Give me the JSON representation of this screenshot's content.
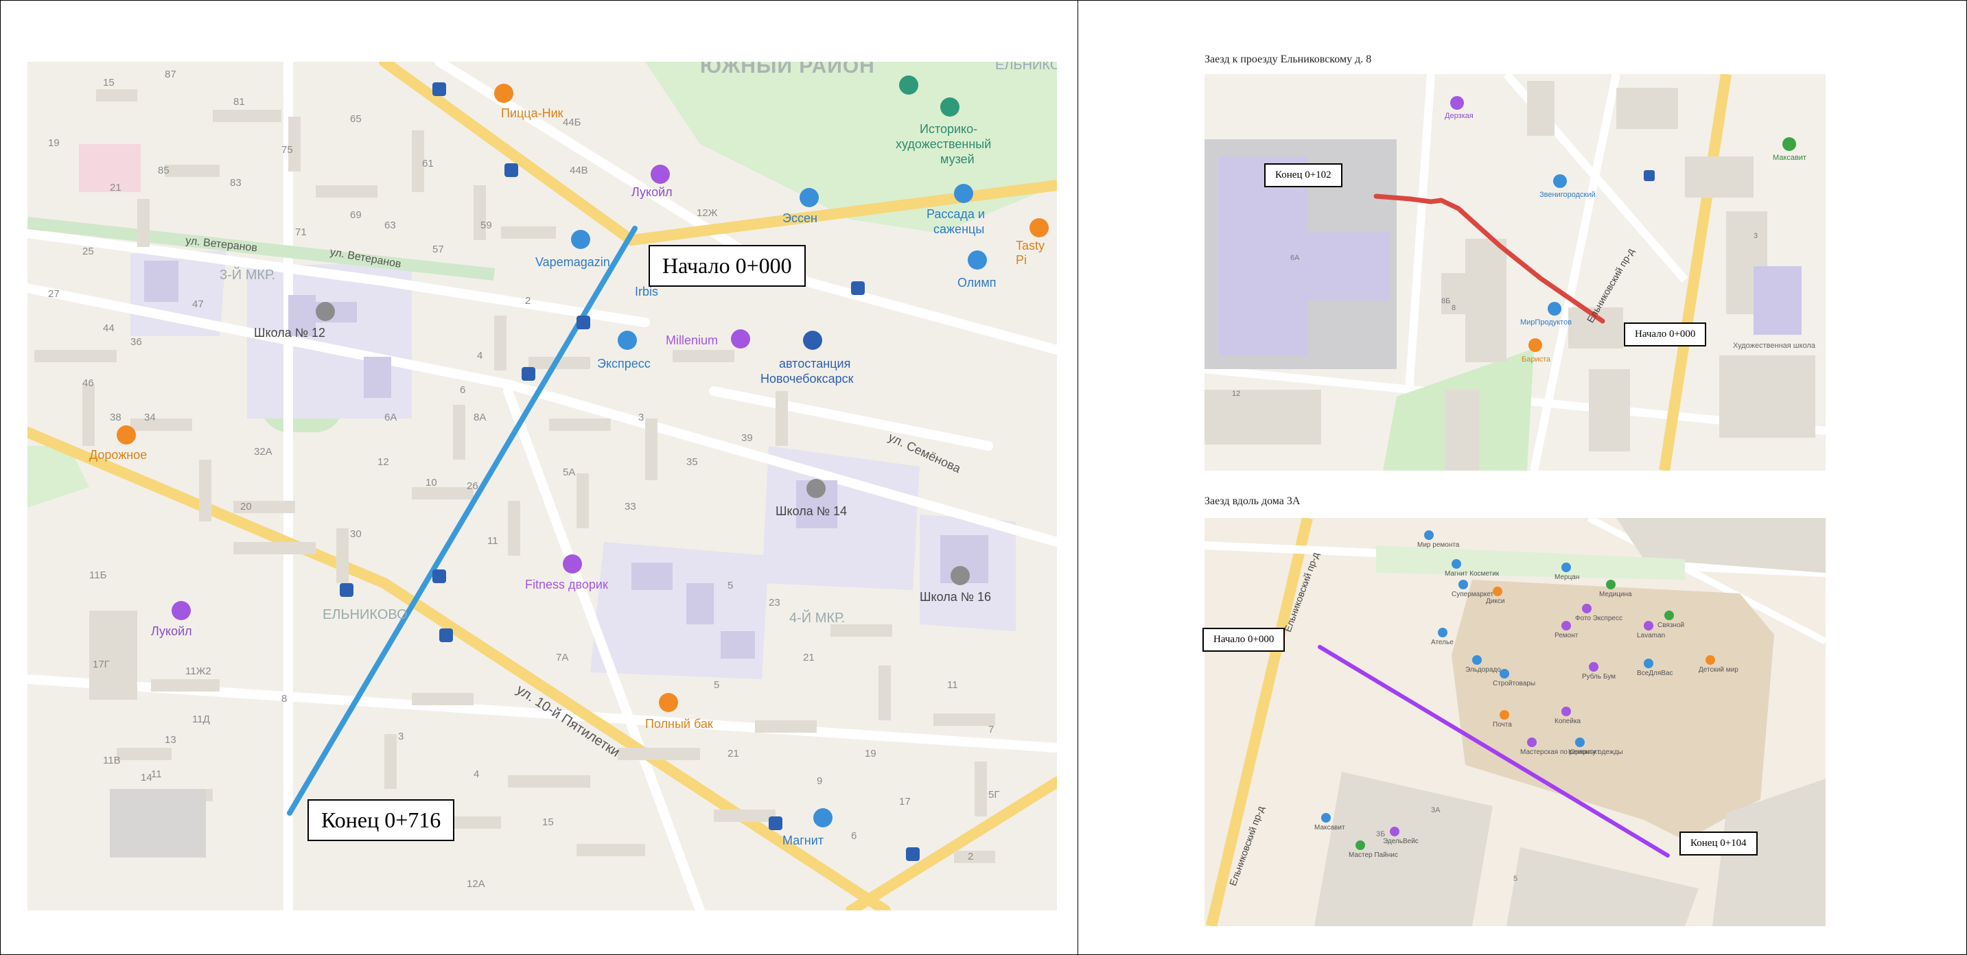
{
  "main_map": {
    "district": "ЮЖНЫЙ РАЙОН",
    "district_corner": "ЕЛЬНИКОВ",
    "start_callout": "Начало 0+000",
    "end_callout": "Конец 0+716",
    "neighborhoods": [
      "3-Й МКР.",
      "4-Й МКР.",
      "ЕЛЬНИКОВО"
    ],
    "streets": [
      "ул. Ветеранов",
      "ул. Ветеранов",
      "ул. Семёнова",
      "ул. 10-й Пятилетки"
    ],
    "pois": [
      "Пицца-Ник",
      "Лукойл",
      "Эссен",
      "Историко-",
      "художественный",
      "музей",
      "Рассада и",
      "саженцы",
      "Tasty Pi",
      "Vapemagazin",
      "Irbis",
      "Олимп",
      "Школа № 12",
      "Millenium",
      "Экспресс",
      "автостанция",
      "Новочебоксарск",
      "Дорожное",
      "Школа № 14",
      "Школа № 16",
      "Fitness дворик",
      "Лукойл",
      "Полный бак",
      "Магнит"
    ],
    "house_numbers": [
      "15",
      "87",
      "81",
      "65",
      "44Б",
      "44В",
      "12Ж",
      "19",
      "85",
      "83",
      "75",
      "61",
      "21",
      "69",
      "63",
      "59",
      "71",
      "57",
      "25",
      "27",
      "44",
      "36",
      "47",
      "2",
      "6",
      "4",
      "46",
      "38",
      "34",
      "6А",
      "8А",
      "32А",
      "12",
      "10",
      "3",
      "5А",
      "33",
      "35",
      "39",
      "20",
      "30",
      "26",
      "11",
      "5",
      "23",
      "21",
      "11Б",
      "17Г",
      "11Ж2",
      "11Д",
      "13",
      "11В",
      "11",
      "14",
      "8",
      "7А",
      "5",
      "3",
      "4",
      "15",
      "21",
      "19",
      "9",
      "17",
      "11",
      "7",
      "5Г",
      "12А",
      "2",
      "6"
    ]
  },
  "inset_top": {
    "caption": "Заезд к проезду Ельниковскому д. 8",
    "start_callout": "Начало 0+000",
    "end_callout": "Конец 0+102",
    "street": "Ельниковский пр-д",
    "pois": [
      "Дерзкая",
      "Максавит",
      "Звенигородский",
      "МирПродуктов",
      "Бариста",
      "Художественная школа"
    ],
    "numbers": [
      "6А",
      "8",
      "8Б",
      "12",
      "3"
    ]
  },
  "inset_bottom": {
    "caption": "Заезд вдоль дома 3А",
    "start_callout": "Начало 0+000",
    "end_callout": "Конец 0+104",
    "street": "Ельниковский пр-д",
    "pois": [
      "Мир ремонта",
      "Магнит Косметик",
      "Супермаркет",
      "Мерцан",
      "Медицина",
      "Ремонт",
      "Дикси",
      "Фото Экспресс",
      "Связной",
      "Lavaman",
      "Ателье",
      "Эльдорадо",
      "Стройтовары",
      "Рубль Бум",
      "Детский мир",
      "ВсеДляВас",
      "Почта",
      "Копейка",
      "Мастерская по ремонту одежды",
      "Юрпроэкт",
      "Максавит",
      "ЭдельВейс",
      "Мастер Пайнис"
    ],
    "numbers": [
      "3А",
      "3Б",
      "5"
    ]
  },
  "colors": {
    "route_main": "#3a9ad9",
    "route_top": "#d9473f",
    "route_bottom": "#a23ff0",
    "poi_orange": "#f28a24",
    "poi_blue": "#3a8fd9",
    "poi_purple": "#a356e0",
    "poi_green": "#3aa544",
    "bus_stop": "#2d5fb0"
  }
}
